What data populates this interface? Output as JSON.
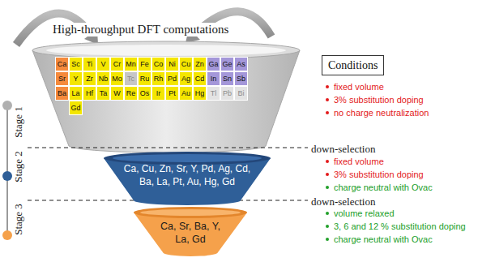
{
  "diagram": {
    "nodes": [
      {
        "text": [
          "Ca"
        ]
      },
      {
        "text": [
          "Sc"
        ]
      },
      {
        "text": [
          "Ti"
        ]
      },
      {
        "text": [
          "V"
        ]
      },
      {
        "text": [
          "Cr"
        ]
      },
      {
        "text": [
          "Mn"
        ]
      },
      {
        "text": [
          "Fe"
        ]
      },
      {
        "text": [
          "Co"
        ]
      },
      {
        "text": [
          "Ni"
        ]
      },
      {
        "text": [
          "Cu"
        ]
      },
      {
        "text": [
          "Zn"
        ]
      },
      {
        "text": [
          "Ga"
        ]
      },
      {
        "text": [
          "Ge"
        ]
      },
      {
        "text": [
          "As"
        ]
      },
      {
        "text": [
          "Sr"
        ]
      },
      {
        "text": [
          "Y"
        ]
      },
      {
        "text": [
          "Zr"
        ]
      },
      {
        "text": [
          "Nb"
        ]
      },
      {
        "text": [
          "Mo"
        ]
      },
      {
        "text": [
          "Tc"
        ]
      },
      {
        "text": [
          "Ru"
        ]
      },
      {
        "text": [
          "Rh"
        ]
      },
      {
        "text": [
          "Pd"
        ]
      },
      {
        "text": [
          "Ag"
        ]
      },
      {
        "text": [
          "Cd"
        ]
      },
      {
        "text": [
          "In"
        ]
      },
      {
        "text": [
          "Sn"
        ]
      },
      {
        "text": [
          "Sb"
        ]
      },
      {
        "text": [
          "Ba"
        ]
      },
      {
        "text": [
          "La"
        ]
      },
      {
        "text": [
          "Hf"
        ]
      },
      {
        "text": [
          "Ta"
        ]
      },
      {
        "text": [
          "W"
        ]
      },
      {
        "text": [
          "Re"
        ]
      },
      {
        "text": [
          "Os"
        ]
      },
      {
        "text": [
          "Ir"
        ]
      },
      {
        "text": [
          "Pt"
        ]
      },
      {
        "text": [
          "Au"
        ]
      },
      {
        "text": [
          "Hg"
        ]
      },
      {
        "text": [
          "Tl"
        ]
      },
      {
        "text": [
          "Pb"
        ]
      },
      {
        "text": [
          "Bi"
        ]
      },
      {
        "text": [
          "Gd"
        ]
      },
      {
        "text": [
          "Ca, Cu, Zn, Sr, Y, Pd, Ag, Cd, Ba, La, Pt, Au, Hg, Gd"
        ]
      },
      {
        "text": [
          "Ca, Sr, Ba, Y, La, Gd"
        ]
      },
      {
        "text": [
          "Conditions"
        ]
      }
    ],
    "labels": [
      "High-throughput DFT computations",
      "Stage 1",
      "Stage 2",
      "Stage 3",
      "down-selection",
      "down-selection",
      "fixed volume",
      "3% substitution doping",
      "no charge neutralization",
      "fixed volume",
      "3% substitution doping",
      "charge neutral with Ovac",
      "volume relaxed",
      "3, 6 and 12 % substitution doping",
      "charge neutral with Ovac"
    ]
  }
}
